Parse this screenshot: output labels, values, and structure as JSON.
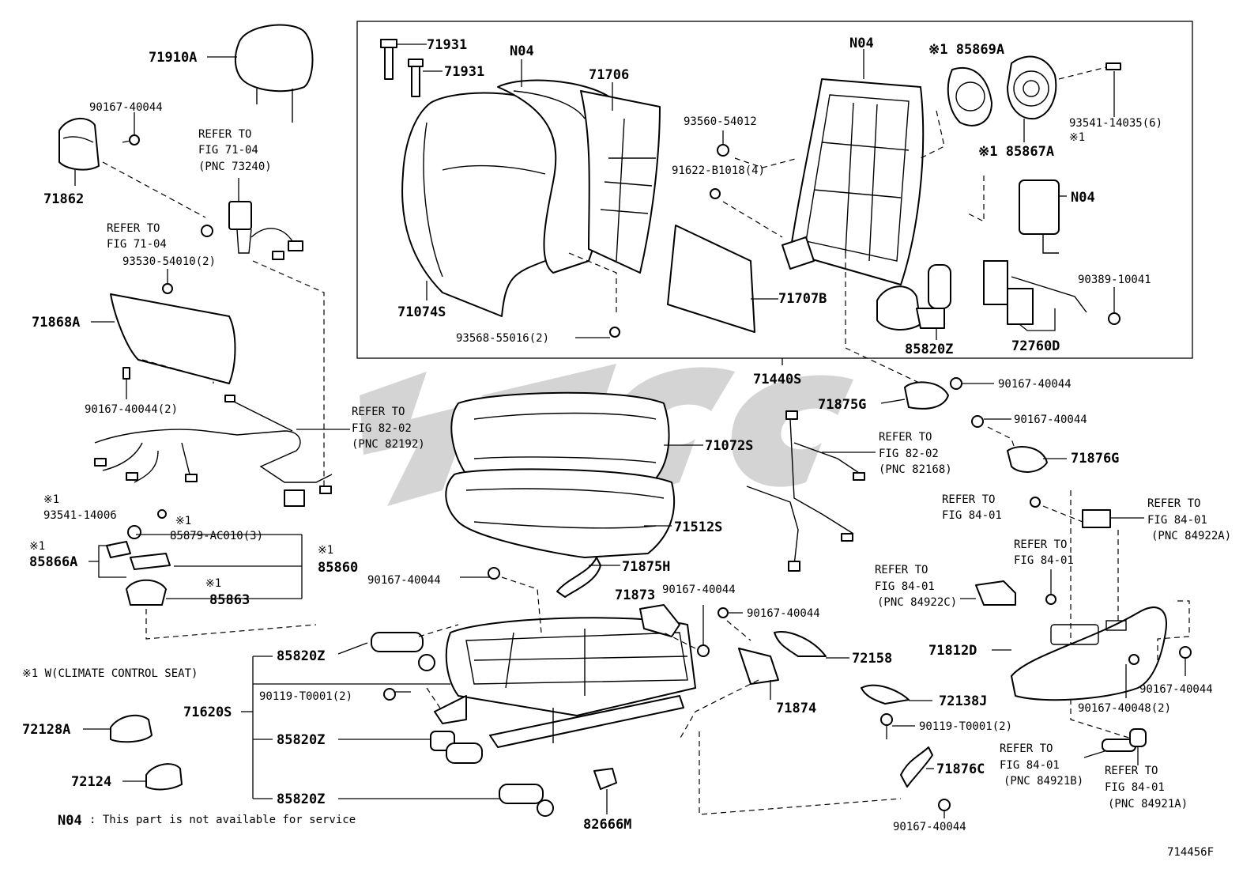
{
  "labels": {
    "p71910A": "71910A",
    "p90167_a": "90167-40044",
    "refer1": "REFER TO",
    "refer1b": "FIG 71-04",
    "refer1c": "(PNC 73240)",
    "p71862": "71862",
    "refer2": "REFER TO",
    "refer2b": "FIG 71-04",
    "p93530": "93530-54010(2)",
    "p71868A": "71868A",
    "p90167_2": "90167-40044(2)",
    "refer3": "REFER TO",
    "refer3b": "FIG 82-02",
    "refer3c": "(PNC 82192)",
    "mark1a": "※1",
    "p93541_14006": "93541-14006",
    "mark1b": "※1",
    "p85879": "85879-AC010(3)",
    "mark1c": "※1",
    "p85866A": "85866A",
    "mark1d": "※1",
    "p85860": "85860",
    "mark1e": "※1",
    "p85863": "85863",
    "note_w": "※1 W(CLIMATE CONTROL SEAT)",
    "p72128A": "72128A",
    "p72124": "72124",
    "n04_key": "N04",
    "n04_note": ": This part is not available for service",
    "p71931a": "71931",
    "p71931b": "71931",
    "n04_a": "N04",
    "p71706": "71706",
    "p71074S": "71074S",
    "p93568": "93568-55016(2)",
    "p93560": "93560-54012",
    "p91622": "91622-B1018(4)",
    "p71707B": "71707B",
    "n04_b": "N04",
    "p85869A": "※1 85869A",
    "p85867A": "※1 85867A",
    "p93541_14035": "93541-14035(6)",
    "mark1f": "※1",
    "n04_c": "N04",
    "p90389": "90389-10041",
    "p72760D": "72760D",
    "p85820Z_top": "85820Z",
    "p71440S": "71440S",
    "p71875G": "71875G",
    "p90167_b": "90167-40044",
    "p90167_c": "90167-40044",
    "p71876G": "71876G",
    "p71072S": "71072S",
    "refer4": "REFER TO",
    "refer4b": "FIG 82-02",
    "refer4c": "(PNC 82168)",
    "p71512S": "71512S",
    "refer5": "REFER TO",
    "refer5b": "FIG 84-01",
    "refer6": "REFER TO",
    "refer6b": "FIG 84-01",
    "refer6c": "(PNC 84922A)",
    "refer7": "REFER TO",
    "refer7b": "FIG 84-01",
    "refer8": "REFER TO",
    "refer8b": "FIG 84-01",
    "refer8c": "(PNC 84922C)",
    "p90167_d": "90167-40044",
    "p71875H": "71875H",
    "p71873": "71873",
    "p90167_e": "90167-40044",
    "p90167_f": "90167-40044",
    "p72158": "72158",
    "p71812D": "71812D",
    "p85820Z_a": "85820Z",
    "p90119_a": "90119-T0001(2)",
    "p71620S": "71620S",
    "p85820Z_b": "85820Z",
    "p85820Z_c": "85820Z",
    "p71874": "71874",
    "p72138J": "72138J",
    "p90119_b": "90119-T0001(2)",
    "p90167_48": "90167-40048(2)",
    "p90167_g": "90167-40044",
    "refer9": "REFER TO",
    "refer9b": "FIG 84-01",
    "refer9c": "(PNC 84921B)",
    "refer10": "REFER TO",
    "refer10b": "FIG 84-01",
    "refer10c": "(PNC 84921A)",
    "p71876C": "71876C",
    "p90167_h": "90167-40044",
    "p82666M": "82666M",
    "fig_id": "714456F"
  },
  "colors": {
    "line": "#000000",
    "watermark": "#b0b0b0",
    "background": "#ffffff"
  }
}
